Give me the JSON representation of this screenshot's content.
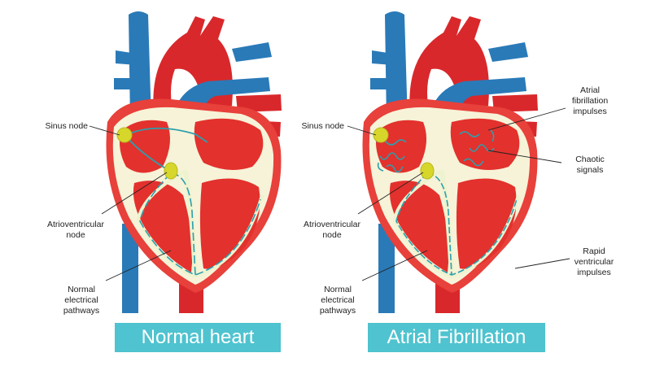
{
  "normal": {
    "title": "Normal heart",
    "labels": {
      "sinus_node": "Sinus node",
      "av_node": "Atrioventricular\nnode",
      "pathways": "Normal\nelectrical\npathways"
    }
  },
  "afib": {
    "title": "Atrial Fibrillation",
    "labels": {
      "sinus_node": "Sinus node",
      "av_node": "Atrioventricular\nnode",
      "pathways": "Normal\nelectrical\npathways",
      "afib_impulses": "Atrial\nfibrillation\nimpulses",
      "chaotic": "Chaotic\nsignals",
      "rapid": "Rapid\nventricular\nimpulses"
    }
  },
  "colors": {
    "banner": "#4fc3cf",
    "vein_blue": "#2a7ab8",
    "artery_red": "#d9282b",
    "muscle_red": "#e8403a",
    "chamber_red": "#e3312d",
    "cream": "#f6f3d8",
    "node_yellow": "#d7d62b",
    "signal_teal": "#2d9fae"
  }
}
